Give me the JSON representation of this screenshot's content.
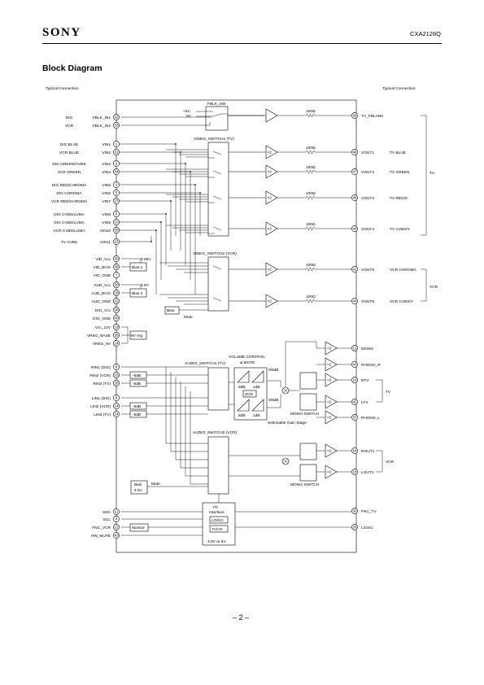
{
  "header": {
    "brand": "SONY",
    "part_number": "CXA2126Q"
  },
  "section_title": "Block Diagram",
  "page_number": "– 2 –",
  "typical_connection_left": "Typical Connection",
  "typical_connection_right": "Typical Connection",
  "fblk_sw": {
    "title": "FBLK_SW",
    "plus5": "+5V",
    "zero": "0V"
  },
  "left_pins": [
    {
      "ext": "DIG",
      "name": "FBLK_IN1",
      "pin": "32"
    },
    {
      "ext": "VCR",
      "name": "FBLK_IN2",
      "pin": "33"
    },
    {
      "ext": "DIG BLUE",
      "name": "VIN1",
      "pin": "1"
    },
    {
      "ext": "VCR BLUE",
      "name": "VIN2",
      "pin": "31"
    },
    {
      "ext": "DIG GREEN/CVBS",
      "name": "VIN3",
      "pin": "2"
    },
    {
      "ext": "VCR GREEN",
      "name": "VIN4",
      "pin": "34"
    },
    {
      "ext": "DIG RED/CHROMA",
      "name": "VIN5",
      "pin": "3"
    },
    {
      "ext": "DIG CHROMA",
      "name": "VIN6",
      "pin": "5"
    },
    {
      "ext": "VCR RED/CHROMA",
      "name": "VIN7",
      "pin": "37"
    },
    {
      "ext": "DIG CVBS/LUMA",
      "name": "VIN8",
      "pin": "6"
    },
    {
      "ext": "DIG CVBS/LUMA",
      "name": "VIN9",
      "pin": "10"
    },
    {
      "ext": "VCR CVBS/LUMA",
      "name": "VIN10",
      "pin": "35"
    },
    {
      "ext": "TV CVBS",
      "name": "VIN11",
      "pin": "23"
    },
    {
      "ext": "",
      "name": "VID_Vcc",
      "pin": "30"
    },
    {
      "ext": "",
      "name": "VID_BIAS",
      "pin": "36"
    },
    {
      "ext": "",
      "name": "VID_GND",
      "pin": "7"
    },
    {
      "ext": "",
      "name": "AUD_Vcc",
      "pin": "20"
    },
    {
      "ext": "",
      "name": "AUD_BIAS",
      "pin": "18"
    },
    {
      "ext": "",
      "name": "AUD_GND",
      "pin": "22"
    },
    {
      "ext": "",
      "name": "DIG_Vcc",
      "pin": "38"
    },
    {
      "ext": "",
      "name": "DIG_GND",
      "pin": "40"
    },
    {
      "ext": "",
      "name": "Vcc_12V",
      "pin": "19"
    },
    {
      "ext": "",
      "name": "VREG_BASE",
      "pin": "28"
    },
    {
      "ext": "",
      "name": "VREG_9V",
      "pin": "24"
    },
    {
      "ext": "",
      "name": "RIN1 (DIG)",
      "pin": "9"
    },
    {
      "ext": "",
      "name": "RIN2 (VCR)",
      "pin": "15"
    },
    {
      "ext": "",
      "name": "RIN3 (TV)",
      "pin": "26"
    },
    {
      "ext": "",
      "name": "LIN1 (DIG)",
      "pin": "8"
    },
    {
      "ext": "",
      "name": "LIN2 (VCR)",
      "pin": "14"
    },
    {
      "ext": "",
      "name": "LIN3 (TV)",
      "pin": "24"
    },
    {
      "ext": "",
      "name": "SDA",
      "pin": "11"
    },
    {
      "ext": "",
      "name": "SCL",
      "pin": "4"
    },
    {
      "ext": "",
      "name": "FNC_VCR",
      "pin": "12"
    },
    {
      "ext": "",
      "name": "HW_MUTE",
      "pin": "43"
    }
  ],
  "right_pins": [
    {
      "name": "TV_FBLANK",
      "pin": "39",
      "ext": ""
    },
    {
      "name": "VOUT1",
      "pin": "46",
      "ext": "TV BLUE"
    },
    {
      "name": "VOUT2",
      "pin": "47",
      "ext": "TV GREEN"
    },
    {
      "name": "VOUT3",
      "pin": "48",
      "ext": "TV RED/C"
    },
    {
      "name": "VOUT4",
      "pin": "49",
      "ext": "TV CVBS/Y"
    },
    {
      "name": "VOUT5",
      "pin": "41",
      "ext": "VCR CHROMA"
    },
    {
      "name": "VOUT6",
      "pin": "44",
      "ext": "VCR CVBS/Y"
    },
    {
      "name": "MONO",
      "pin": "13",
      "ext": ""
    },
    {
      "name": "PHONO_R",
      "pin": "43",
      "ext": ""
    },
    {
      "name": "RTV",
      "pin": "16",
      "ext": ""
    },
    {
      "name": "LTV",
      "pin": "42",
      "ext": ""
    },
    {
      "name": "PHONO_L",
      "pin": "37",
      "ext": ""
    },
    {
      "name": "ROUT1",
      "pin": "14",
      "ext": ""
    },
    {
      "name": "LOUT1",
      "pin": "18",
      "ext": ""
    },
    {
      "name": "FNC_TV",
      "pin": "30",
      "ext": ""
    },
    {
      "name": "LOGIC",
      "pin": "28",
      "ext": ""
    }
  ],
  "group_labels": {
    "tv_video": "TV",
    "vcr_video": "VCR",
    "tv_audio": "TV",
    "vcr_audio": "VCR"
  },
  "resistor_label": "100Ω",
  "amp_gain": "×2",
  "video_switch1": "VIDEO_SWITCH1 (TV)",
  "video_switch2": "VIDEO_SWITCH2 (VCR)",
  "audio_switch1": "AUDIO_SWITCH1 (TV)",
  "audio_switch2": "AUDIO_SWITCH2 (VCR)",
  "volume_control": {
    "line1": "VOLUME CONTROL",
    "line2": "& MUTE",
    "zcd": "ZCD",
    "g8": "8dB",
    "g1": "1dB",
    "g06": "0/6dB"
  },
  "selectable_gain": "Selectable Gain Stage",
  "mono_switch": "MONO SWITCH",
  "bias1": "Bias 1",
  "bias2": "Bias 2",
  "v405": "4.05V",
  "v45": "4.5V",
  "reg": "9V reg",
  "bias": "Bias",
  "mute": "Mute",
  "bias45": {
    "l1": "Bias",
    "l2": "4.5V"
  },
  "minus6db": "-6dB",
  "monitor": "Monitor",
  "i2c": {
    "l1": "I²C",
    "l2": "Interface",
    "logic": "LOGIC",
    "por": "P.O.R",
    "supply": "3.3V or 5V"
  }
}
